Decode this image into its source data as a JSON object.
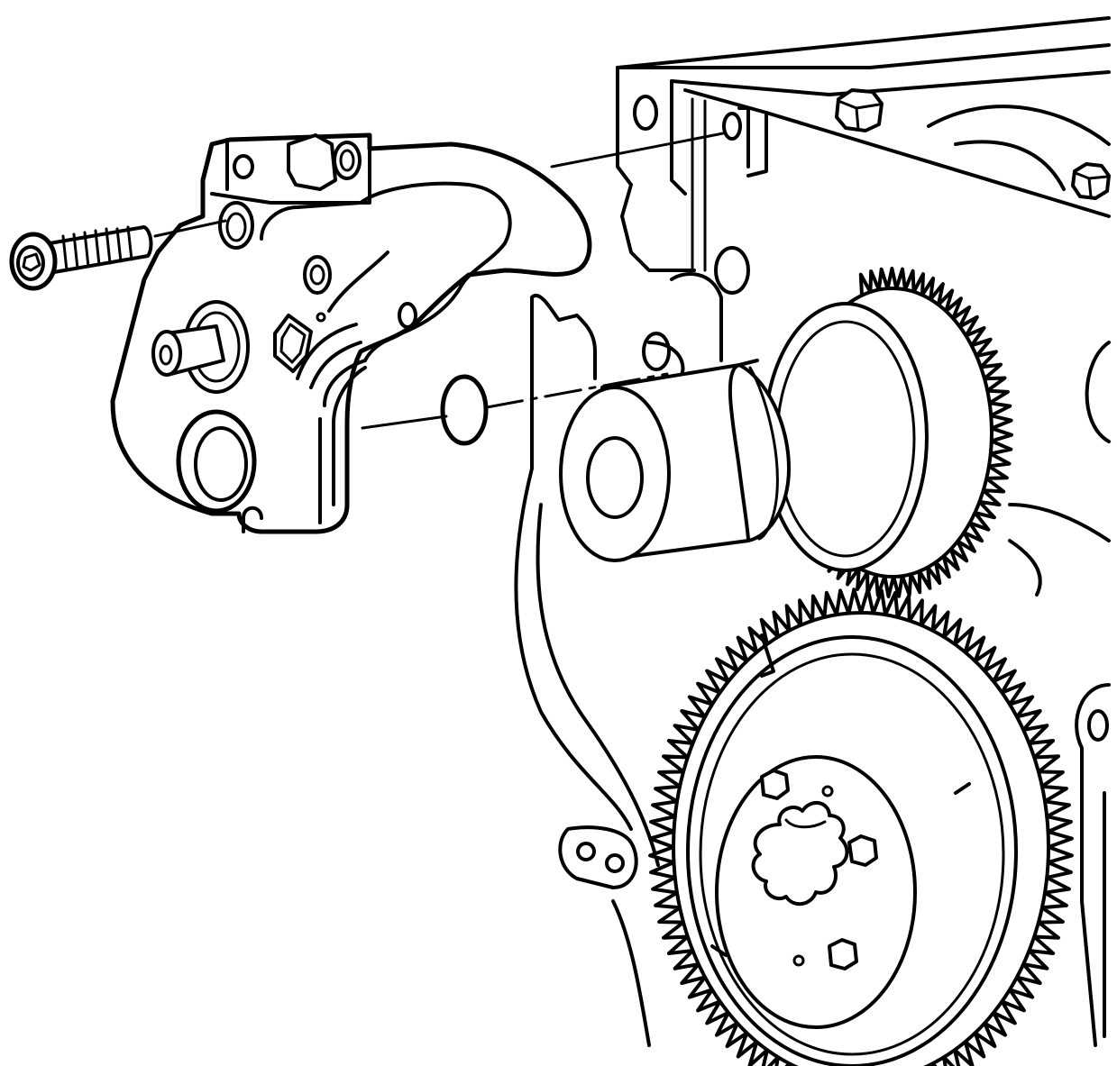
{
  "figure": {
    "style": "black line-art exploded view",
    "colors": {
      "line": "#000000",
      "background": "#ffffff"
    }
  },
  "parts": [
    {
      "name": "bolt",
      "icon": "bolt-icon"
    },
    {
      "name": "pump-housing",
      "icon": "housing-icon"
    },
    {
      "name": "o-ring-seal",
      "icon": "o-ring-icon"
    },
    {
      "name": "drive-gear",
      "icon": "gear-icon"
    },
    {
      "name": "large-gear",
      "icon": "gear-icon"
    },
    {
      "name": "engine-block",
      "icon": "engine-block-icon"
    }
  ],
  "teeth": {
    "drive_gear": 48,
    "large_gear": 96
  }
}
